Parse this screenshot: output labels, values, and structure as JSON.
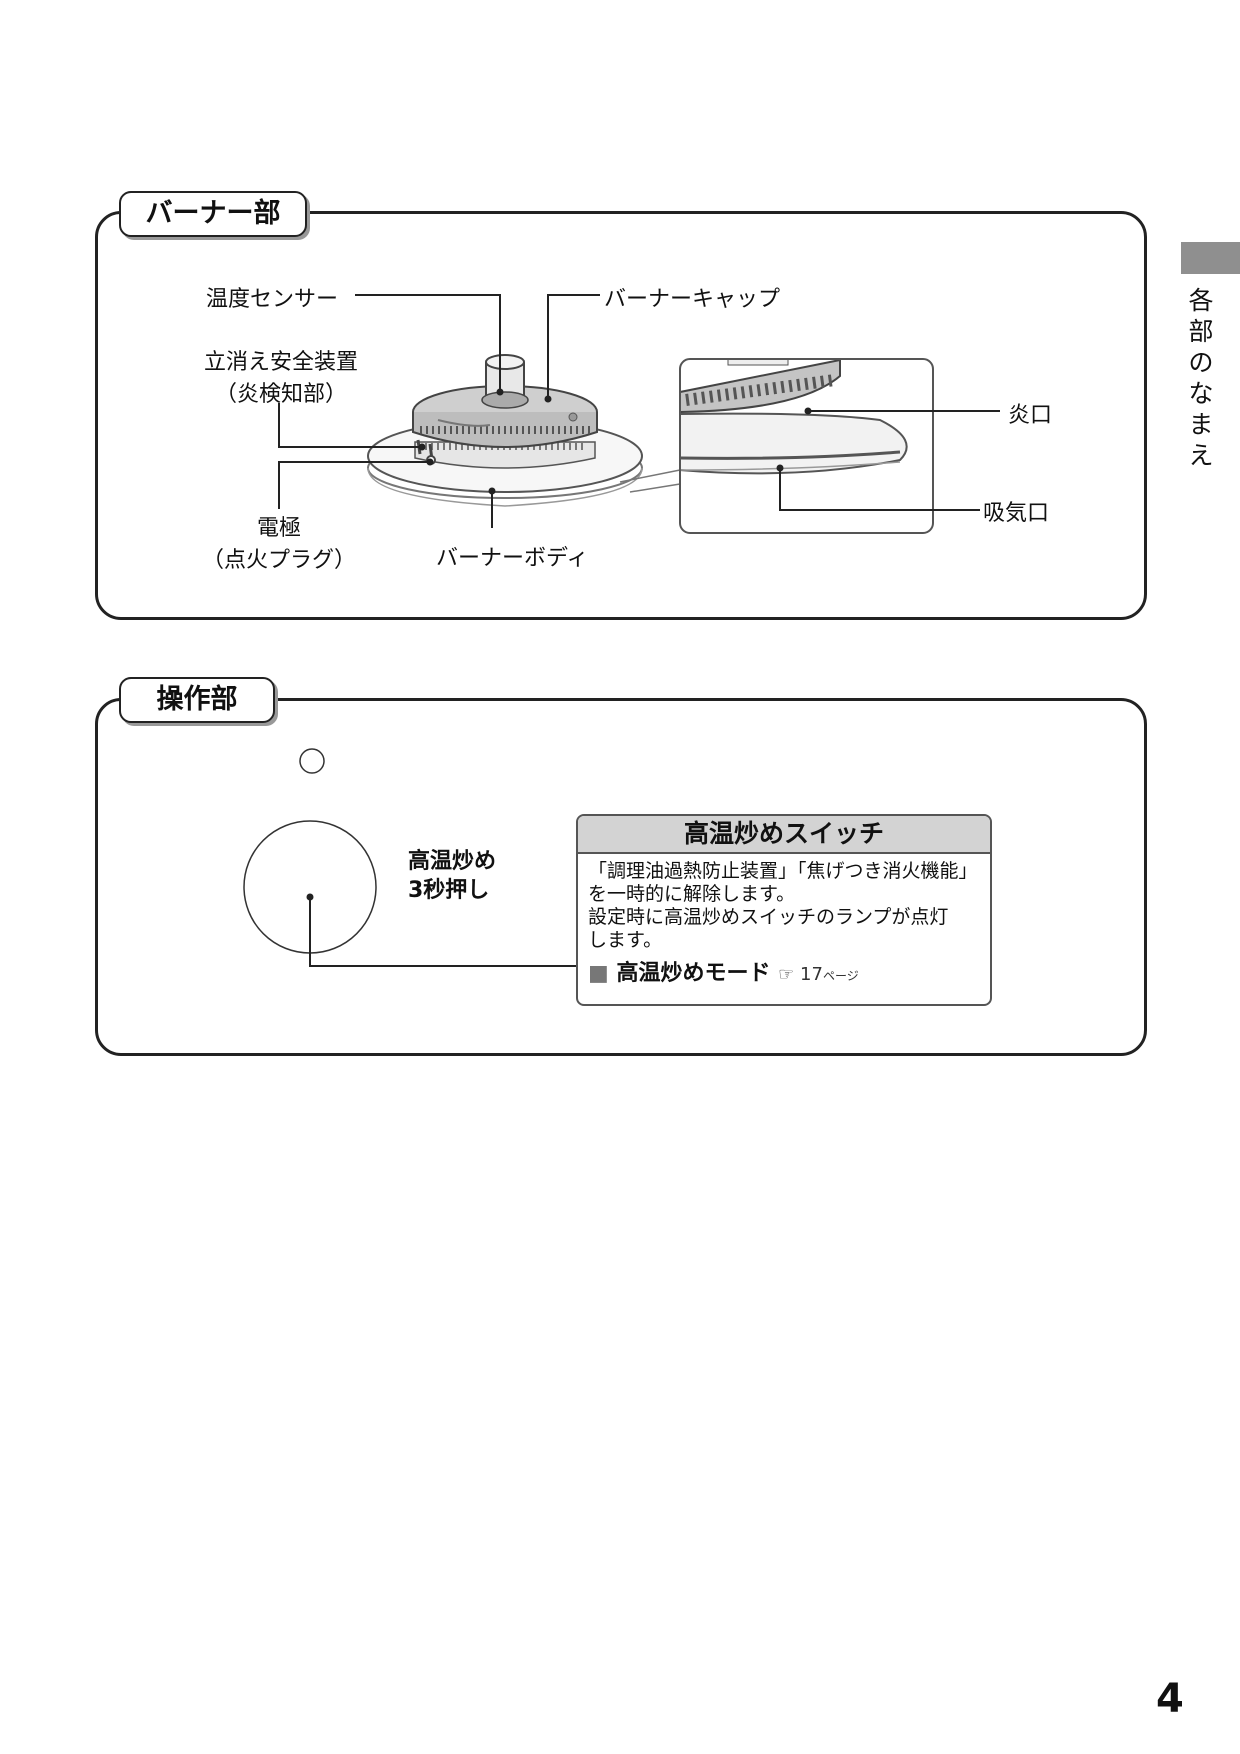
{
  "side_tab": {
    "chars": [
      "各",
      "部",
      "の",
      "な",
      "ま",
      "え"
    ]
  },
  "burner_section": {
    "title": "バーナー部",
    "labels": {
      "temp_sensor": "温度センサー",
      "burner_cap": "バーナーキャップ",
      "flame_safety_line1": "立消え安全装置",
      "flame_safety_line2": "（炎検知部）",
      "electrode_line1": "電極",
      "electrode_line2": "（点火プラグ）",
      "burner_body": "バーナーボディ",
      "flame_port": "炎口",
      "intake_port": "吸気口"
    }
  },
  "control_section": {
    "title": "操作部",
    "knob_caption_line1": "高温炒め",
    "knob_caption_line2": "3秒押し",
    "info_box": {
      "title": "高温炒めスイッチ",
      "line1": "「調理油過熱防止装置」「焦げつき消火機能」",
      "line2": "を一時的に解除します。",
      "line3": "設定時に高温炒めスイッチのランプが点灯",
      "line4": "します。",
      "mode_label": "高温炒めモード",
      "ref_symbol": "☞",
      "ref_page": "17",
      "ref_page_unit": "ページ"
    }
  },
  "page_number": "4"
}
